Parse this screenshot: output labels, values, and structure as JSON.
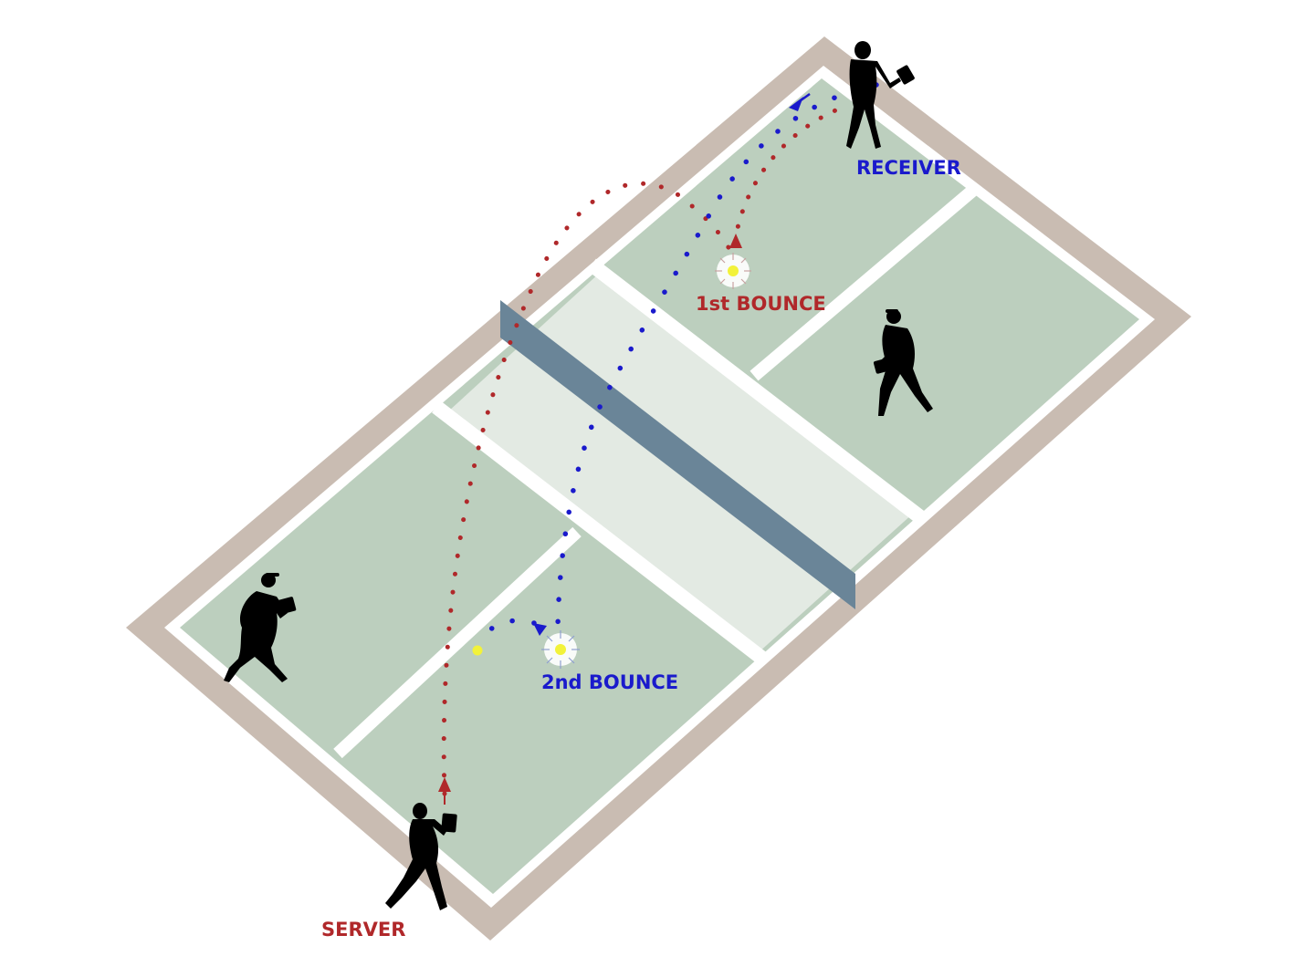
{
  "diagram": {
    "type": "pickleball-two-bounce-rule",
    "colors": {
      "background": "#ffffff",
      "surround": "#c9bcb2",
      "lines": "#ffffff",
      "court": "#bccfbe",
      "kitchen": "#e3eae3",
      "net": "#6a8598",
      "server_path": "#b0282a",
      "receiver_path": "#1a1acc",
      "ball": "#f2f23a",
      "player": "#000000"
    },
    "labels": {
      "receiver": "RECEIVER",
      "server": "SERVER",
      "first_bounce": "1st BOUNCE",
      "second_bounce": "2nd BOUNCE"
    },
    "players": [
      {
        "role": "receiver",
        "position": "far-left-baseline"
      },
      {
        "role": "receiver-partner",
        "position": "far-right-court"
      },
      {
        "role": "server-partner",
        "position": "near-left-court"
      },
      {
        "role": "server",
        "position": "near-right-baseline"
      }
    ],
    "paths": [
      {
        "name": "serve",
        "color_key": "server_path",
        "from": "server",
        "to": "first_bounce",
        "style": "dotted",
        "arrow": "up-at-server"
      },
      {
        "name": "return",
        "color_key": "receiver_path",
        "from": "receiver",
        "to": "second_bounce",
        "style": "dotted",
        "arrow": "at-receiver"
      }
    ]
  }
}
